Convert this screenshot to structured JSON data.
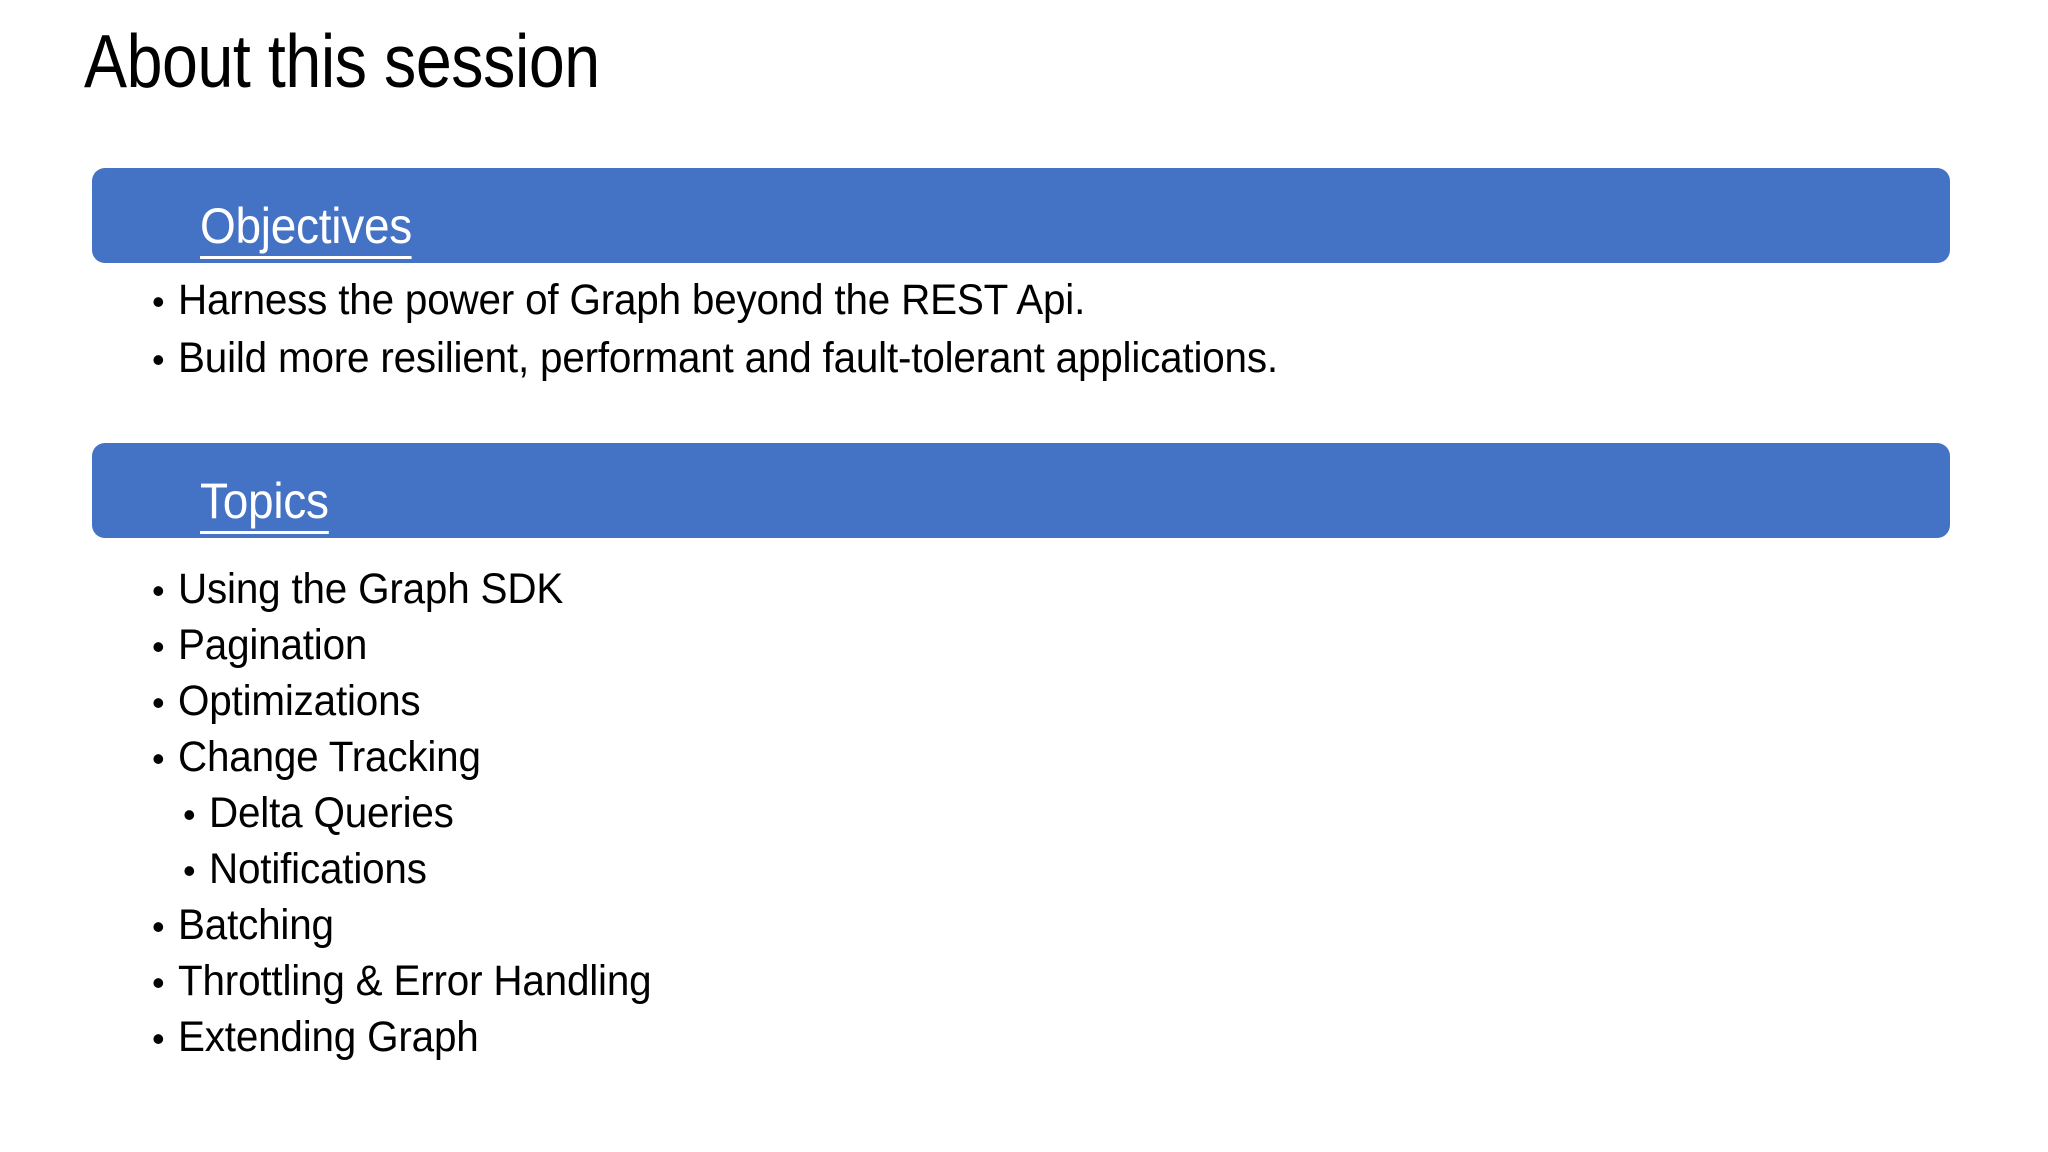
{
  "slide": {
    "title": "About this session",
    "background_color": "#ffffff",
    "text_color": "#000000",
    "accent_color": "#4472C4",
    "header_text_color": "#ffffff",
    "bullet_glyph": "•"
  },
  "sections": [
    {
      "id": "objectives",
      "heading": "Objectives",
      "items": [
        {
          "level": 1,
          "text": "Harness the power of Graph beyond the REST Api."
        },
        {
          "level": 1,
          "text": "Build more resilient, performant and fault-tolerant applications."
        }
      ]
    },
    {
      "id": "topics",
      "heading": "Topics",
      "items": [
        {
          "level": 1,
          "text": "Using the Graph SDK"
        },
        {
          "level": 1,
          "text": "Pagination"
        },
        {
          "level": 1,
          "text": "Optimizations"
        },
        {
          "level": 1,
          "text": "Change Tracking"
        },
        {
          "level": 2,
          "text": "Delta Queries"
        },
        {
          "level": 2,
          "text": "Notifications"
        },
        {
          "level": 1,
          "text": "Batching"
        },
        {
          "level": 1,
          "text": "Throttling & Error Handling"
        },
        {
          "level": 1,
          "text": "Extending Graph"
        }
      ]
    }
  ]
}
